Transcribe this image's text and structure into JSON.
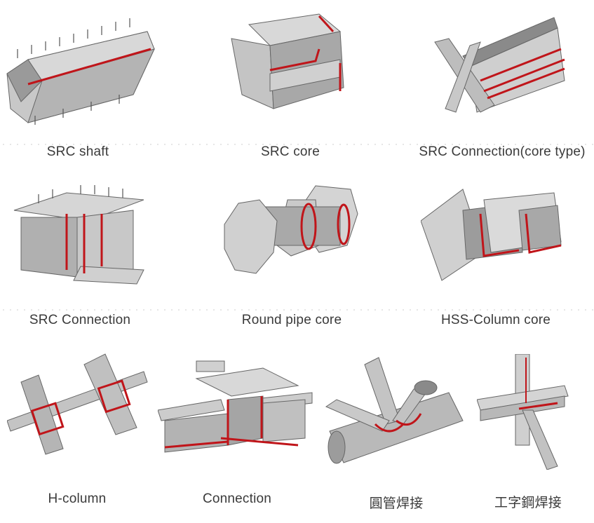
{
  "colors": {
    "steel": "#bdbdbd",
    "steel_dark": "#8e8e8e",
    "steel_light": "#dcdcdc",
    "weld": "#c0151a"
  },
  "items": [
    {
      "label": "SRC shaft",
      "icon": "src-shaft-model"
    },
    {
      "label": "SRC core",
      "icon": "src-core-model"
    },
    {
      "label": "SRC Connection(core type)",
      "icon": "src-connection-core-type-model"
    },
    {
      "label": "SRC Connection",
      "icon": "src-connection-model"
    },
    {
      "label": "Round pipe core",
      "icon": "round-pipe-core-model"
    },
    {
      "label": "HSS-Column core",
      "icon": "hss-column-core-model"
    },
    {
      "label": "H-column",
      "icon": "h-column-model"
    },
    {
      "label": "Connection",
      "icon": "connection-model"
    },
    {
      "label": "圓管焊接",
      "icon": "round-pipe-weld-model"
    },
    {
      "label": "工字鋼焊接",
      "icon": "i-beam-weld-model"
    }
  ]
}
